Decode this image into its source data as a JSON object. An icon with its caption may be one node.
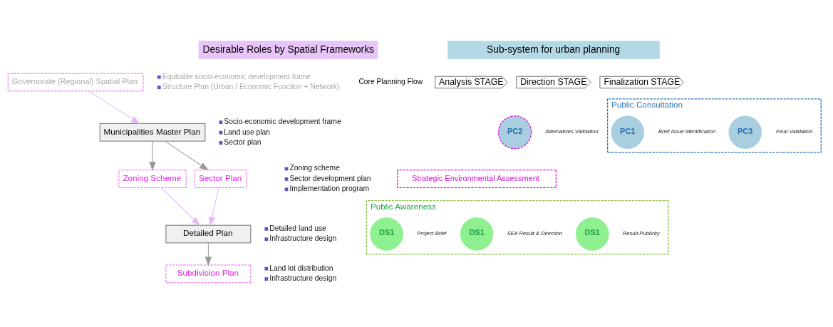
{
  "diagram": {
    "nodes": [
      {
        "text": [
          "Desirable Roles by Spatial Frameworks"
        ]
      },
      {
        "text": [
          "Governorate (Regional) Spatial Plan"
        ],
        "beside": [
          "Equitable socio-economic development frame",
          "Structure Plan (Urban / Economic Function + Network)"
        ]
      },
      {
        "text": [
          "Municipalities Master Plan"
        ],
        "beside": [
          "Socio-economic development frame",
          "Land use plan",
          "Sector plan"
        ]
      },
      {
        "text": [
          "Zoning Scheme"
        ]
      },
      {
        "text": [
          "Sector Plan"
        ]
      },
      {
        "text": [
          "Detailed Plan"
        ],
        "beside": [
          "Detailed land use",
          "Infrastructure design"
        ]
      },
      {
        "text": [
          "Subdivision Plan"
        ],
        "beside": [
          "Land lot distribution",
          "Infrastructure design"
        ]
      },
      {
        "text": [
          "Sub-system for urban planning"
        ]
      },
      {
        "text": [
          "Analysis STAGE"
        ]
      },
      {
        "text": [
          "Direction STAGE"
        ]
      },
      {
        "text": [
          "Finalization STAGE"
        ]
      },
      {
        "text": [
          "Public Consultation"
        ]
      },
      {
        "text": [
          "PC1"
        ],
        "in": 11,
        "beside": [
          "Brief Issue Identification"
        ]
      },
      {
        "text": [
          "PC2"
        ],
        "beside": [
          "Alternatives Validation"
        ]
      },
      {
        "text": [
          "PC3"
        ],
        "in": 11,
        "beside": [
          "Final Validation"
        ]
      },
      {
        "text": [
          "Strategic Environmental Assessment"
        ]
      },
      {
        "text": [
          "Public Awareness"
        ]
      },
      {
        "text": [
          "DS1"
        ],
        "in": 16,
        "beside": [
          "Project Brief"
        ]
      },
      {
        "text": [
          "DS1"
        ],
        "in": 16,
        "beside": [
          "SEA Result & Direction"
        ]
      },
      {
        "text": [
          "DS1"
        ],
        "in": 16,
        "beside": [
          "Result Publicity"
        ]
      }
    ],
    "edges": [
      {
        "from": 1,
        "to": 2,
        "arrow": "to",
        "color": "#e4b8f8"
      },
      {
        "from": 2,
        "to": 3,
        "arrow": "to",
        "color": "#999999"
      },
      {
        "from": 2,
        "to": 4,
        "arrow": "to",
        "color": "#999999"
      },
      {
        "from": 3,
        "to": 5,
        "arrow": "to",
        "color": "#e4b8f8"
      },
      {
        "from": 4,
        "to": 5,
        "arrow": "to",
        "color": "#e4b8f8"
      },
      {
        "from": 5,
        "to": 6,
        "arrow": "to",
        "color": "#999999"
      }
    ],
    "labels": [
      "Core Planning Flow",
      "Zoning scheme",
      "Sector development plan",
      "Implementation program"
    ]
  }
}
